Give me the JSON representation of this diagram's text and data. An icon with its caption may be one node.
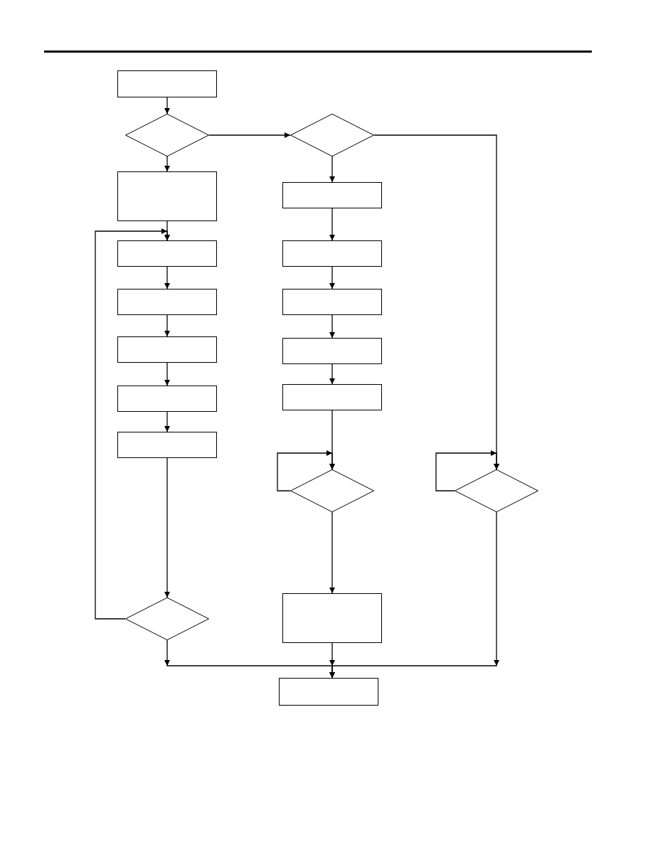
{
  "diagram": {
    "nodes": [
      {
        "text": [],
        "shape": "box"
      },
      {
        "text": [],
        "shape": "diamond"
      },
      {
        "text": [],
        "shape": "diamond"
      },
      {
        "text": [],
        "shape": "box"
      },
      {
        "text": [],
        "shape": "box"
      },
      {
        "text": [],
        "shape": "box"
      },
      {
        "text": [],
        "shape": "box"
      },
      {
        "text": [],
        "shape": "box"
      },
      {
        "text": [],
        "shape": "box"
      },
      {
        "text": [],
        "shape": "box"
      },
      {
        "text": [],
        "shape": "box"
      },
      {
        "text": [],
        "shape": "box"
      },
      {
        "text": [],
        "shape": "box"
      },
      {
        "text": [],
        "shape": "box"
      },
      {
        "text": [],
        "shape": "diamond"
      },
      {
        "text": [],
        "shape": "diamond"
      },
      {
        "text": [],
        "shape": "diamond"
      },
      {
        "text": [],
        "shape": "box"
      },
      {
        "text": [],
        "shape": "box"
      }
    ],
    "edges": [
      {
        "from": 0,
        "to": 1,
        "arrow": "to"
      },
      {
        "from": 1,
        "to": 2,
        "arrow": "to"
      },
      {
        "from": 1,
        "to": 3,
        "arrow": "to"
      },
      {
        "from": 2,
        "to": 4,
        "arrow": "to"
      },
      {
        "from": 2,
        "to": 15,
        "arrow": "to"
      },
      {
        "from": 3,
        "to": 5,
        "arrow": "to"
      },
      {
        "from": 16,
        "to": 5,
        "arrow": "to"
      },
      {
        "from": 5,
        "to": 7,
        "arrow": "to"
      },
      {
        "from": 7,
        "to": 9,
        "arrow": "to"
      },
      {
        "from": 9,
        "to": 11,
        "arrow": "to"
      },
      {
        "from": 11,
        "to": 13,
        "arrow": "to"
      },
      {
        "from": 13,
        "to": 16,
        "arrow": "to"
      },
      {
        "from": 4,
        "to": 6,
        "arrow": "to"
      },
      {
        "from": 6,
        "to": 8,
        "arrow": "to"
      },
      {
        "from": 8,
        "to": 10,
        "arrow": "to"
      },
      {
        "from": 10,
        "to": 12,
        "arrow": "to"
      },
      {
        "from": 12,
        "to": 14,
        "arrow": "to"
      },
      {
        "from": 14,
        "to": 14,
        "arrow": "to"
      },
      {
        "from": 15,
        "to": 15,
        "arrow": "to"
      },
      {
        "from": 14,
        "to": 17,
        "arrow": "to"
      },
      {
        "from": 16,
        "to": 18,
        "arrow": "to"
      },
      {
        "from": 17,
        "to": 18,
        "arrow": "to"
      },
      {
        "from": 15,
        "to": 18,
        "arrow": "to"
      }
    ]
  }
}
